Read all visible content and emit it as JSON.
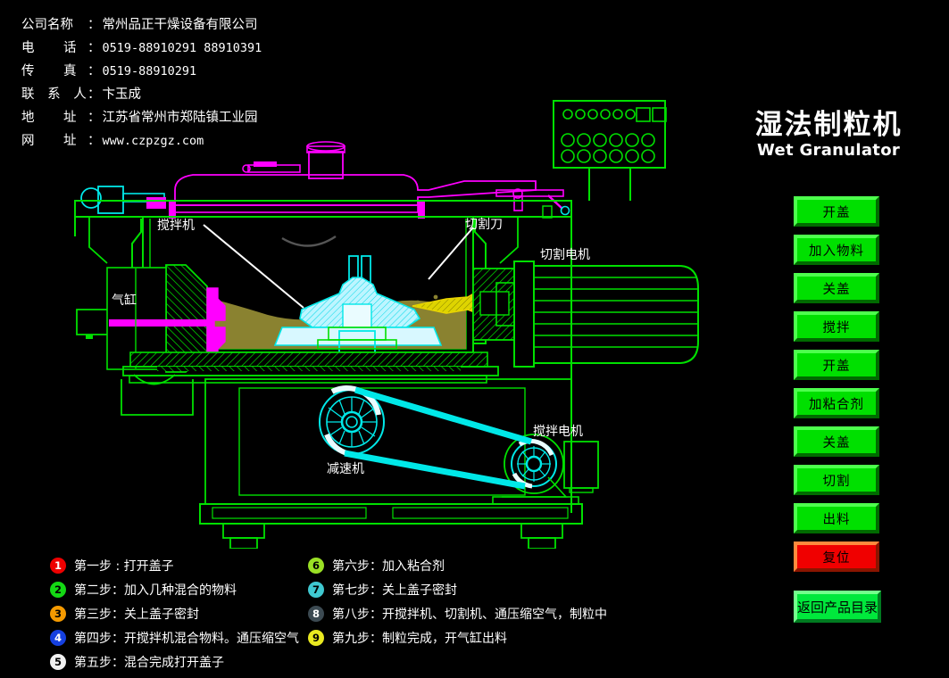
{
  "company": {
    "rows": [
      {
        "label": "公司名称",
        "value": "常州品正干燥设备有限公司",
        "mono": false,
        "spacing": "none"
      },
      {
        "label": "电　　话",
        "value": "0519-88910291 88910391",
        "mono": true,
        "spacing": "wide"
      },
      {
        "label": "传　　真",
        "value": "0519-88910291",
        "mono": true,
        "spacing": "wide"
      },
      {
        "label": "联 系 人",
        "value": "卞玉成",
        "mono": false,
        "spacing": "mid"
      },
      {
        "label": "地　　址",
        "value": "江苏省常州市郑陆镇工业园",
        "mono": false,
        "spacing": "wide"
      },
      {
        "label": "网　　址",
        "value": "www.czpzgz.com",
        "mono": true,
        "spacing": "wide"
      }
    ]
  },
  "title": {
    "cn": "湿法制粒机",
    "en": "Wet Granulator"
  },
  "buttons": [
    {
      "label": "开盖",
      "style": "green"
    },
    {
      "label": "加入物料",
      "style": "green"
    },
    {
      "label": "关盖",
      "style": "green"
    },
    {
      "label": "搅拌",
      "style": "green"
    },
    {
      "label": "开盖",
      "style": "green"
    },
    {
      "label": "加粘合剂",
      "style": "green"
    },
    {
      "label": "关盖",
      "style": "green"
    },
    {
      "label": "切割",
      "style": "green"
    },
    {
      "label": "出料",
      "style": "green"
    },
    {
      "label": "复位",
      "style": "red"
    }
  ],
  "back_button": {
    "label": "返回产品目录"
  },
  "legend": {
    "left": [
      {
        "num": "1",
        "color": "#ee0000",
        "text_color": "#ffffff",
        "text": "第一步 : 打开盖子"
      },
      {
        "num": "2",
        "color": "#14d814",
        "text_color": "#000000",
        "text": "第二步：加入几种混合的物料"
      },
      {
        "num": "3",
        "color": "#f59a00",
        "text_color": "#000000",
        "text": "第三步：关上盖子密封"
      },
      {
        "num": "4",
        "color": "#1540e0",
        "text_color": "#ffffff",
        "text": "第四步：开搅拌机混合物料。通压缩空气"
      },
      {
        "num": "5",
        "color": "#f2f2f2",
        "text_color": "#000000",
        "text": "第五步：混合完成打开盖子"
      }
    ],
    "right": [
      {
        "num": "6",
        "color": "#9ae025",
        "text_color": "#000000",
        "text": "第六步：加入粘合剂"
      },
      {
        "num": "7",
        "color": "#3fc8d0",
        "text_color": "#000000",
        "text": "第七步：关上盖子密封"
      },
      {
        "num": "8",
        "color": "#3c4a52",
        "text_color": "#ffffff",
        "text": "第八步：开搅拌机、切割机、通压缩空气，制粒中"
      },
      {
        "num": "9",
        "color": "#e8e820",
        "text_color": "#000000",
        "text": "第九步：制粒完成，开气缸出料"
      }
    ]
  },
  "diagram": {
    "labels": {
      "mixer": "搅拌机",
      "cutter_blade": "切割刀",
      "cutter_motor": "切割电机",
      "air_cylinder": "气缸",
      "reducer": "减速机",
      "mixer_motor": "搅拌电机"
    },
    "colors": {
      "outline": "#00e000",
      "lid": "#ff00ff",
      "belt": "#00e8e8",
      "material": "#8a8230",
      "cutter": "#e8d400",
      "background": "#000000"
    }
  }
}
